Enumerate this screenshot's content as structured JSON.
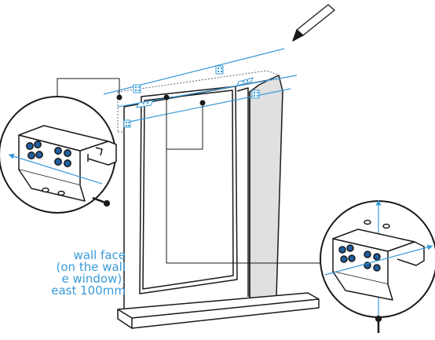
{
  "caption": {
    "lines": [
      " wall   face",
      "(on the wall",
      "e  window).",
      "east 100mm"
    ]
  },
  "icons": [
    "pencil-icon",
    "screw-icon",
    "mounting-bracket-icon"
  ],
  "colors": {
    "accent": "#3a9bd9",
    "line": "#1a1a1a",
    "reveal": "#e0e0e0",
    "bracket_hole": "#1f5fa0"
  }
}
